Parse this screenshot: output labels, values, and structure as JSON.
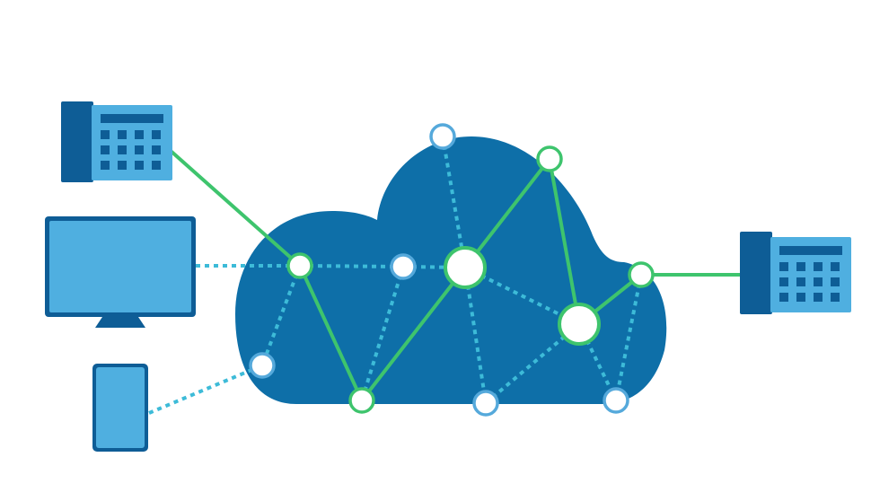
{
  "colors": {
    "background": "#ffffff",
    "cloud": "#0E6FA8",
    "device_light": "#4FAFE0",
    "device_dark": "#0E5D96",
    "solid_link": "#3EC46D",
    "dotted_link": "#3DBBD8",
    "node_fill": "#ffffff",
    "node_ring_blue": "#55A9DB",
    "node_ring_green": "#3EC46D"
  },
  "devices": [
    {
      "id": "desk-phone-left",
      "icon": "desk-phone-icon"
    },
    {
      "id": "monitor",
      "icon": "monitor-icon"
    },
    {
      "id": "smartphone",
      "icon": "smartphone-icon"
    },
    {
      "id": "desk-phone-right",
      "icon": "desk-phone-icon"
    }
  ],
  "network": {
    "nodes": [
      {
        "id": "n-top",
        "ring": "blue",
        "size": "small"
      },
      {
        "id": "n-top-right",
        "ring": "green",
        "size": "small"
      },
      {
        "id": "n-left",
        "ring": "green",
        "size": "small"
      },
      {
        "id": "n-mid-small",
        "ring": "blue",
        "size": "small"
      },
      {
        "id": "n-center",
        "ring": "green",
        "size": "large"
      },
      {
        "id": "n-right-edge",
        "ring": "green",
        "size": "small"
      },
      {
        "id": "n-right-large",
        "ring": "green",
        "size": "large"
      },
      {
        "id": "n-left-low",
        "ring": "blue",
        "size": "small"
      },
      {
        "id": "n-bottom-left",
        "ring": "green",
        "size": "small"
      },
      {
        "id": "n-bottom-mid",
        "ring": "blue",
        "size": "small"
      },
      {
        "id": "n-bottom-right",
        "ring": "blue",
        "size": "small"
      }
    ],
    "links": [
      {
        "from": "desk-phone-left",
        "to": "n-left",
        "style": "solid"
      },
      {
        "from": "monitor",
        "to": "n-left",
        "style": "dotted"
      },
      {
        "from": "smartphone",
        "to": "n-left-low",
        "style": "dotted"
      },
      {
        "from": "n-right-edge",
        "to": "desk-phone-right",
        "style": "solid"
      },
      {
        "from": "n-left",
        "to": "n-mid-small",
        "style": "dotted"
      },
      {
        "from": "n-mid-small",
        "to": "n-center",
        "style": "dotted"
      },
      {
        "from": "n-left",
        "to": "n-bottom-left",
        "style": "solid"
      },
      {
        "from": "n-bottom-left",
        "to": "n-center",
        "style": "solid"
      },
      {
        "from": "n-center",
        "to": "n-top-right",
        "style": "solid"
      },
      {
        "from": "n-top-right",
        "to": "n-right-large",
        "style": "solid"
      },
      {
        "from": "n-right-large",
        "to": "n-right-edge",
        "style": "solid"
      },
      {
        "from": "n-left",
        "to": "n-left-low",
        "style": "dotted"
      },
      {
        "from": "n-mid-small",
        "to": "n-bottom-left",
        "style": "dotted"
      },
      {
        "from": "n-top",
        "to": "n-center",
        "style": "dotted"
      },
      {
        "from": "n-center",
        "to": "n-bottom-mid",
        "style": "dotted"
      },
      {
        "from": "n-center",
        "to": "n-right-large",
        "style": "dotted"
      },
      {
        "from": "n-bottom-mid",
        "to": "n-right-large",
        "style": "dotted"
      },
      {
        "from": "n-right-large",
        "to": "n-bottom-right",
        "style": "dotted"
      },
      {
        "from": "n-right-edge",
        "to": "n-bottom-right",
        "style": "dotted"
      }
    ]
  }
}
